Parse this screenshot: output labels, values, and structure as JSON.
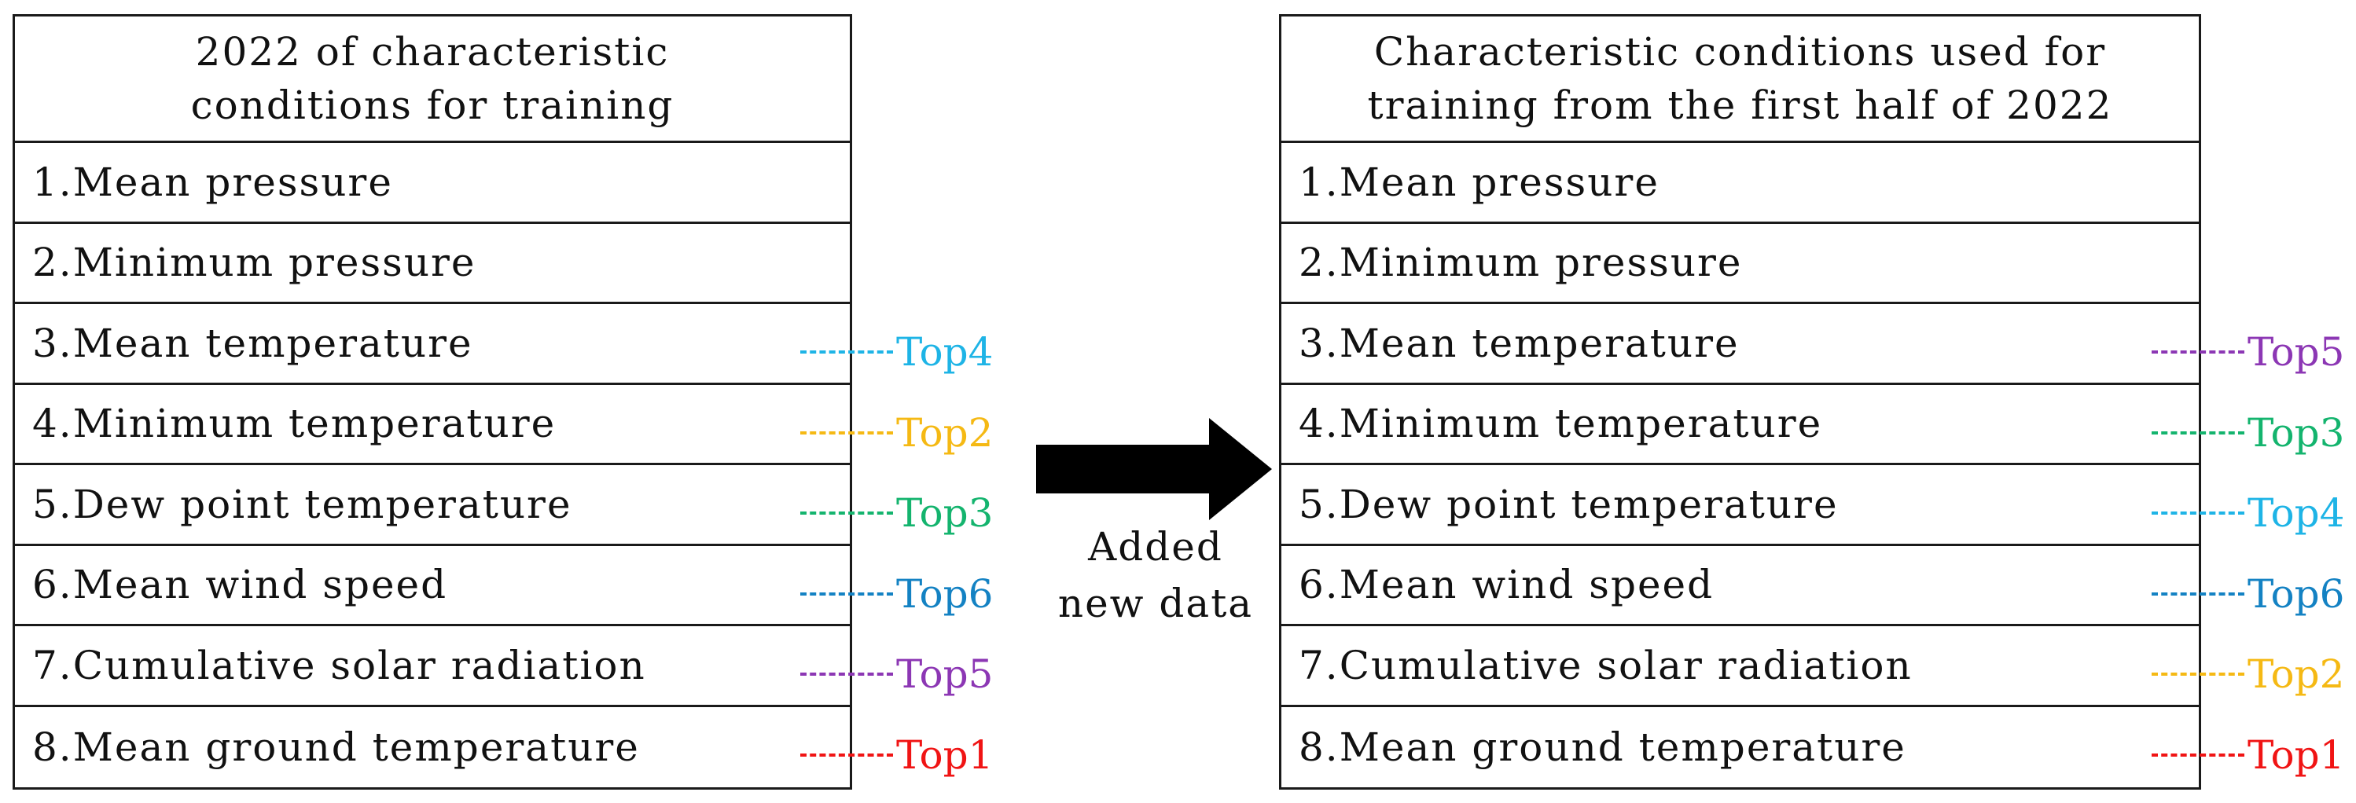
{
  "left_table": {
    "title": "2022 of characteristic\nconditions for training",
    "rows": [
      "1.Mean pressure",
      "2.Minimum pressure",
      "3.Mean temperature",
      "4.Minimum temperature",
      "5.Dew point temperature",
      "6.Mean wind speed",
      "7.Cumulative solar radiation",
      "8.Mean ground temperature"
    ],
    "ranks": [
      {
        "row": 3,
        "label": "Top4",
        "color": "#1eb4e6"
      },
      {
        "row": 4,
        "label": "Top2",
        "color": "#f5b914"
      },
      {
        "row": 5,
        "label": "Top3",
        "color": "#14b46e"
      },
      {
        "row": 6,
        "label": "Top6",
        "color": "#1482c3"
      },
      {
        "row": 7,
        "label": "Top5",
        "color": "#8c37b4"
      },
      {
        "row": 8,
        "label": "Top1",
        "color": "#f01414"
      }
    ]
  },
  "right_table": {
    "title": "Characteristic conditions used for\ntraining from the first half of 2022",
    "rows": [
      "1.Mean pressure",
      "2.Minimum pressure",
      "3.Mean temperature",
      "4.Minimum temperature",
      "5.Dew point temperature",
      "6.Mean wind speed",
      "7.Cumulative solar radiation",
      "8.Mean ground temperature"
    ],
    "ranks": [
      {
        "row": 3,
        "label": "Top5",
        "color": "#8c37b4"
      },
      {
        "row": 4,
        "label": "Top3",
        "color": "#14b46e"
      },
      {
        "row": 5,
        "label": "Top4",
        "color": "#1eb4e6"
      },
      {
        "row": 6,
        "label": "Top6",
        "color": "#1482c3"
      },
      {
        "row": 7,
        "label": "Top2",
        "color": "#f5b914"
      },
      {
        "row": 8,
        "label": "Top1",
        "color": "#f01414"
      }
    ]
  },
  "arrow": {
    "label": "Added\nnew data",
    "color": "#000000"
  }
}
